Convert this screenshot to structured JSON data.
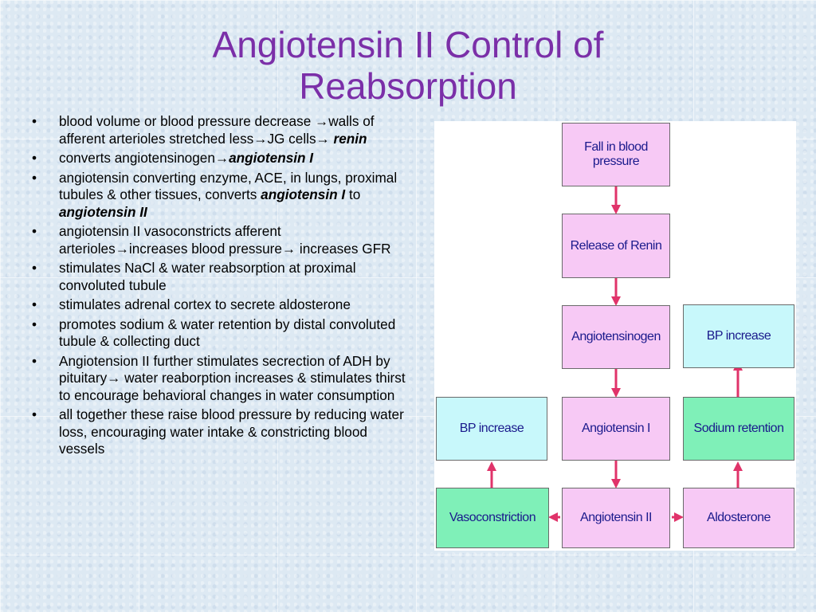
{
  "title": "Angiotensin II Control of Reabsorption",
  "bullets": [
    [
      "blood volume or blood pressure decrease ",
      "→walls of afferent arterioles  stretched less→JG cells→ ",
      "renin"
    ],
    [
      "converts angiotensinogen→",
      "angiotensin I"
    ],
    [
      "angiotensin converting enzyme, ACE, in lungs, proximal tubules & other tissues, converts ",
      "angiotensin I",
      " to ",
      "angiotensin II"
    ],
    [
      "angiotensin II vasoconstricts afferent arterioles→increases blood pressure→ increases GFR"
    ],
    [
      "stimulates NaCl & water reabsorption at proximal convoluted tubule"
    ],
    [
      "stimulates adrenal cortex to secrete aldosterone"
    ],
    [
      "promotes sodium & water retention by distal convoluted tubule & collecting duct"
    ],
    [
      "Angiotension II further stimulates secrection of ADH by  pituitary→ water reaborption increases & stimulates thirst to encourage behavioral changes in water consumption"
    ],
    [
      "all together these raise blood pressure by reducing water loss, encouraging water intake & constricting blood vessels"
    ]
  ],
  "diagram": {
    "fall_bp": "Fall in blood pressure",
    "renin": "Release of Renin",
    "angiotensinogen": "Angiotensinogen",
    "angiotensin1": "Angiotensin I",
    "angiotensin2": "Angiotensin II",
    "bp_increase_left": "BP increase",
    "vasoconstriction": "Vasoconstriction",
    "bp_increase_right": "BP increase",
    "sodium_retention": "Sodium retention",
    "aldosterone": "Aldosterone",
    "colors": {
      "arrow": "#e0336a",
      "pink_box": "#f7c9f5",
      "cyan_box": "#c8f8fb",
      "green_box": "#7ff0b8"
    }
  }
}
